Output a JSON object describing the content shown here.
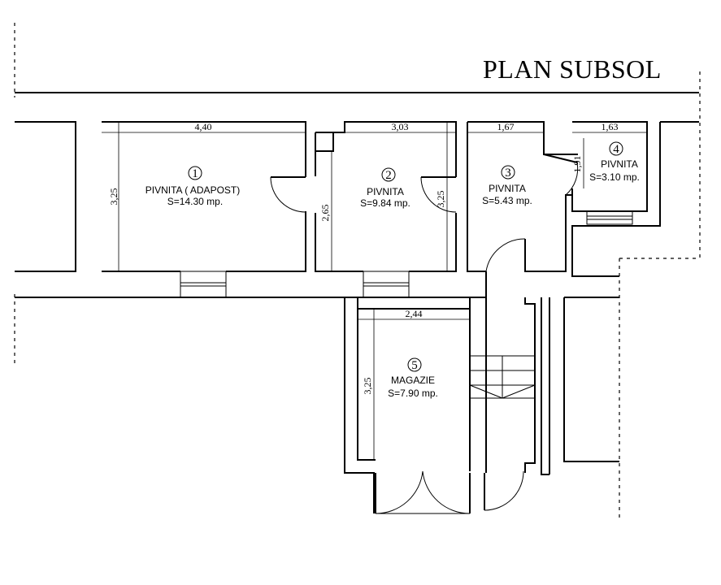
{
  "title": "PLAN SUBSOL",
  "rooms": [
    {
      "number": "1",
      "name": "PIVNITA ( ADAPOST)",
      "area": "S=14.30 mp.",
      "width": "4,40",
      "height": "3,25"
    },
    {
      "number": "2",
      "name": "PIVNITA",
      "area": "S=9.84 mp.",
      "width": "3,03",
      "height": "3,25",
      "height2": "2,65"
    },
    {
      "number": "3",
      "name": "PIVNITA",
      "area": "S=5.43 mp.",
      "width": "1,67"
    },
    {
      "number": "4",
      "name": "PIVNITA",
      "area": "S=3.10 mp.",
      "width": "1,63",
      "height": "1,91"
    },
    {
      "number": "5",
      "name": "MAGAZIE",
      "area": "S=7.90 mp.",
      "width": "2,44",
      "height": "3,25"
    }
  ]
}
